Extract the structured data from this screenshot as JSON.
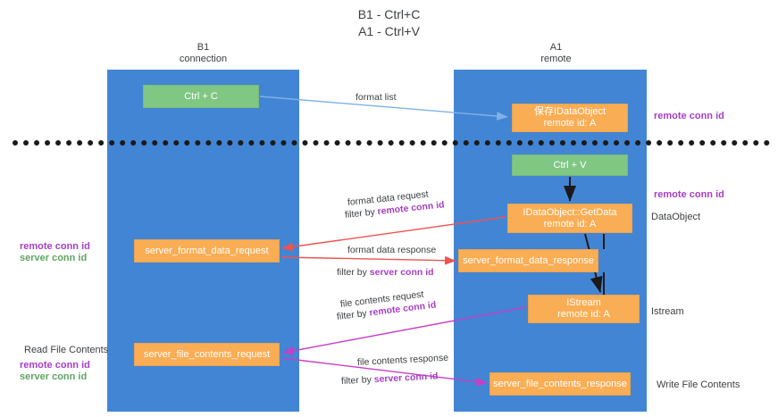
{
  "title": {
    "line1": "B1 - Ctrl+C",
    "line2": "A1 - Ctrl+V"
  },
  "lanes": [
    {
      "id": "b1",
      "name": "B1",
      "role": "connection",
      "color": "#4285d4"
    },
    {
      "id": "a1",
      "name": "A1",
      "role": "remote",
      "color": "#4285d4"
    }
  ],
  "colors": {
    "lane": "#4285d4",
    "green_node": "#81c784",
    "orange_node": "#f9ad54",
    "remote_conn_id": "#a63fc6",
    "server_conn_id": "#5fa463",
    "arrow_blue": "#7fb2e5",
    "arrow_red": "#ef5350",
    "arrow_magenta": "#c63fc6",
    "arrow_black": "#1a1a1a",
    "divider": "#1a1a1a"
  },
  "nodes": {
    "ctrl_c": {
      "line1": "Ctrl + C"
    },
    "idataobject": {
      "line1": "保存IDataObject",
      "line2": "remote id: A"
    },
    "ctrl_v": {
      "line1": "Ctrl + V"
    },
    "getdata": {
      "line1": "IDataObject::GetData",
      "line2": "remote id: A"
    },
    "server_format_data_request": {
      "line1": "server_format_data_request"
    },
    "server_format_data_response": {
      "line1": "server_format_data_response"
    },
    "istream": {
      "line1": "IStream",
      "line2": "remote id: A"
    },
    "server_file_contents_request": {
      "line1": "server_file_contents_request"
    },
    "server_file_contents_response": {
      "line1": "server_file_contents_response"
    }
  },
  "edge_labels": {
    "format_list": "format list",
    "format_data_request": "format data request",
    "format_data_request_filter_prefix": "filter by ",
    "format_data_request_filter_key": "remote conn id",
    "format_data_response": "format data response",
    "format_data_response_filter_prefix": "filter by ",
    "format_data_response_filter_key": "server conn id",
    "file_contents_request": "file contents request",
    "file_contents_request_filter_prefix": "filter by ",
    "file_contents_request_filter_key": "remote conn id",
    "file_contents_response": "file contents response",
    "file_contents_response_filter_prefix": "filter by ",
    "file_contents_response_filter_key": "server conn id"
  },
  "right_notes": {
    "n1": "remote conn id",
    "n2": "remote conn id",
    "n3": "DataObject",
    "n4": "Istream",
    "n5": "Write File Contents"
  },
  "left_notes": {
    "n1": "remote conn id",
    "n2": "server conn id",
    "n3": "Read File Contents",
    "n4": "remote conn id",
    "n5": "server conn id"
  }
}
